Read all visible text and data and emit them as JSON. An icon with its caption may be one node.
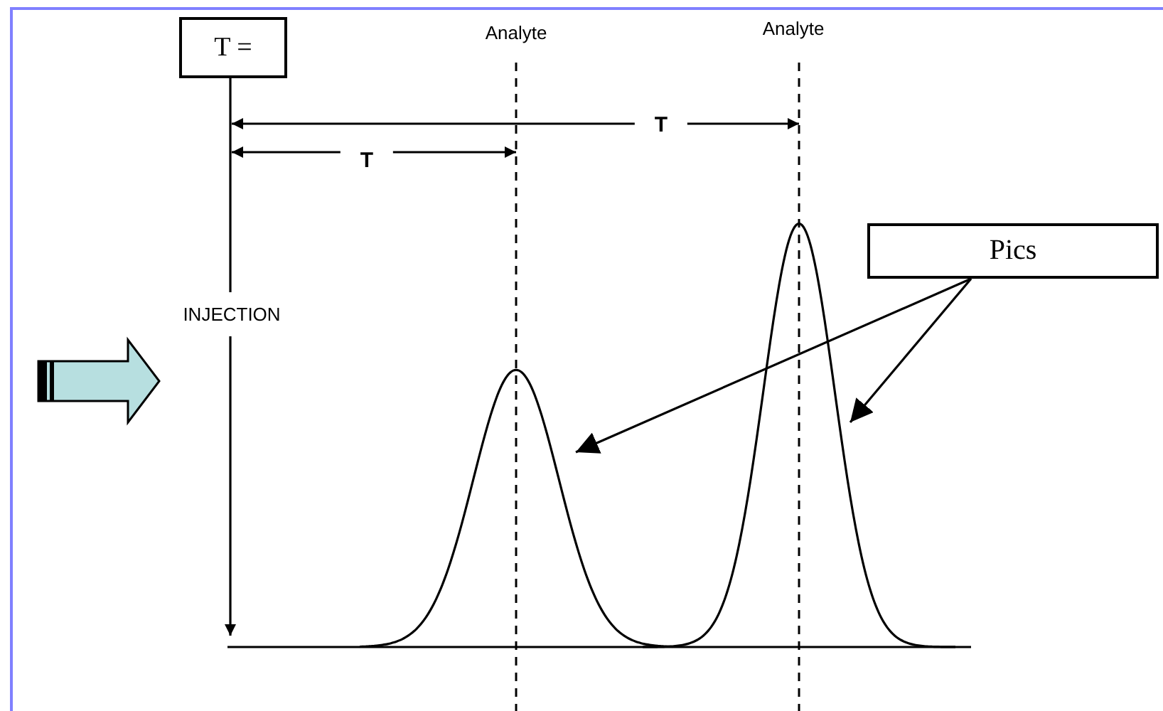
{
  "diagram": {
    "nodes": [
      {
        "text": [
          "T ="
        ]
      },
      {
        "text": [
          "Pics"
        ]
      }
    ],
    "edges": [
      {
        "from": 0,
        "to": null,
        "arrow": "to",
        "label": "INJECTION"
      },
      {
        "from": 1,
        "to": null,
        "arrow": "to"
      },
      {
        "from": 1,
        "to": null,
        "arrow": "to"
      }
    ],
    "labels": [
      "Analyte",
      "Analyte",
      "T",
      "T"
    ]
  }
}
